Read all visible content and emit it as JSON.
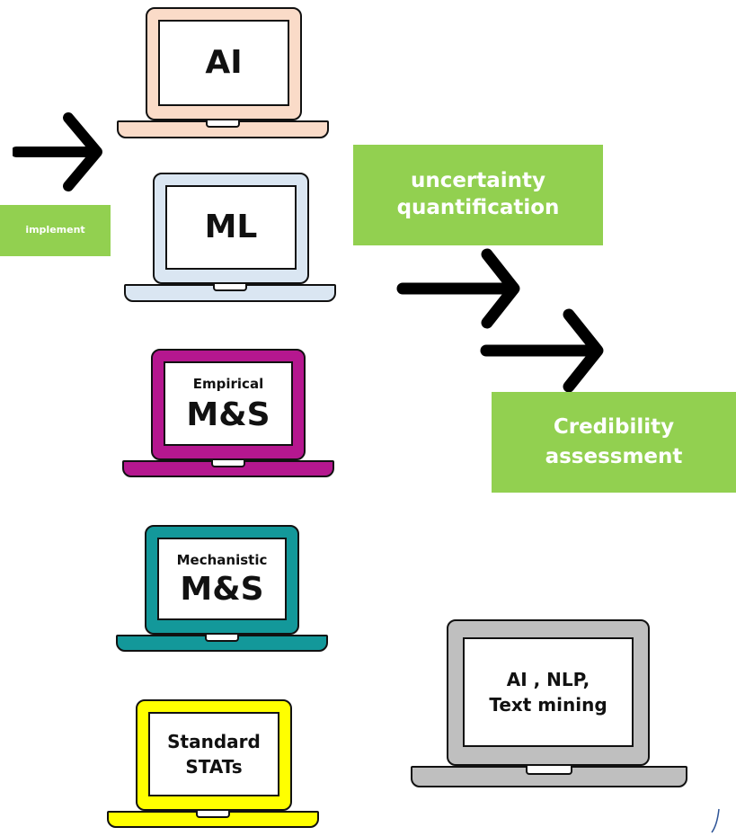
{
  "laptops": {
    "ai": {
      "label": "AI",
      "color": "#fadbc8"
    },
    "ml": {
      "label": "ML",
      "color": "#dae6f2"
    },
    "empirical": {
      "top_label": "Empirical",
      "main_label": "M&S",
      "color": "#b5178f"
    },
    "mechanistic": {
      "top_label": "Mechanistic",
      "main_label": "M&S",
      "color": "#13989a"
    },
    "stats": {
      "line1": "Standard",
      "line2": "STATs",
      "color": "#ffff00"
    },
    "nlp": {
      "line1": "AI , NLP,",
      "line2": "Text mining",
      "color": "#bfbfbf"
    }
  },
  "boxes": {
    "implement": "implement",
    "uq_line1": "uncertainty",
    "uq_line2": "quantification",
    "cred_line1": "Credibility",
    "cred_line2": "assessment",
    "color": "#92d050"
  }
}
